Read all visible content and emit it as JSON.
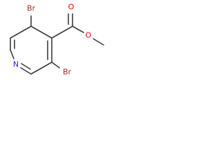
{
  "molecule": {
    "atoms": {
      "br_top": {
        "text": "Br",
        "color": "#a52a2a"
      },
      "br_bottom": {
        "text": "Br",
        "color": "#a52a2a"
      },
      "n_ring": {
        "text": "N",
        "color": "#2020ff"
      },
      "o_carbonyl": {
        "text": "O",
        "color": "#ff0000"
      },
      "o_ester": {
        "text": "O",
        "color": "#ff0000"
      }
    },
    "bond_color": "#3a3a3a"
  }
}
